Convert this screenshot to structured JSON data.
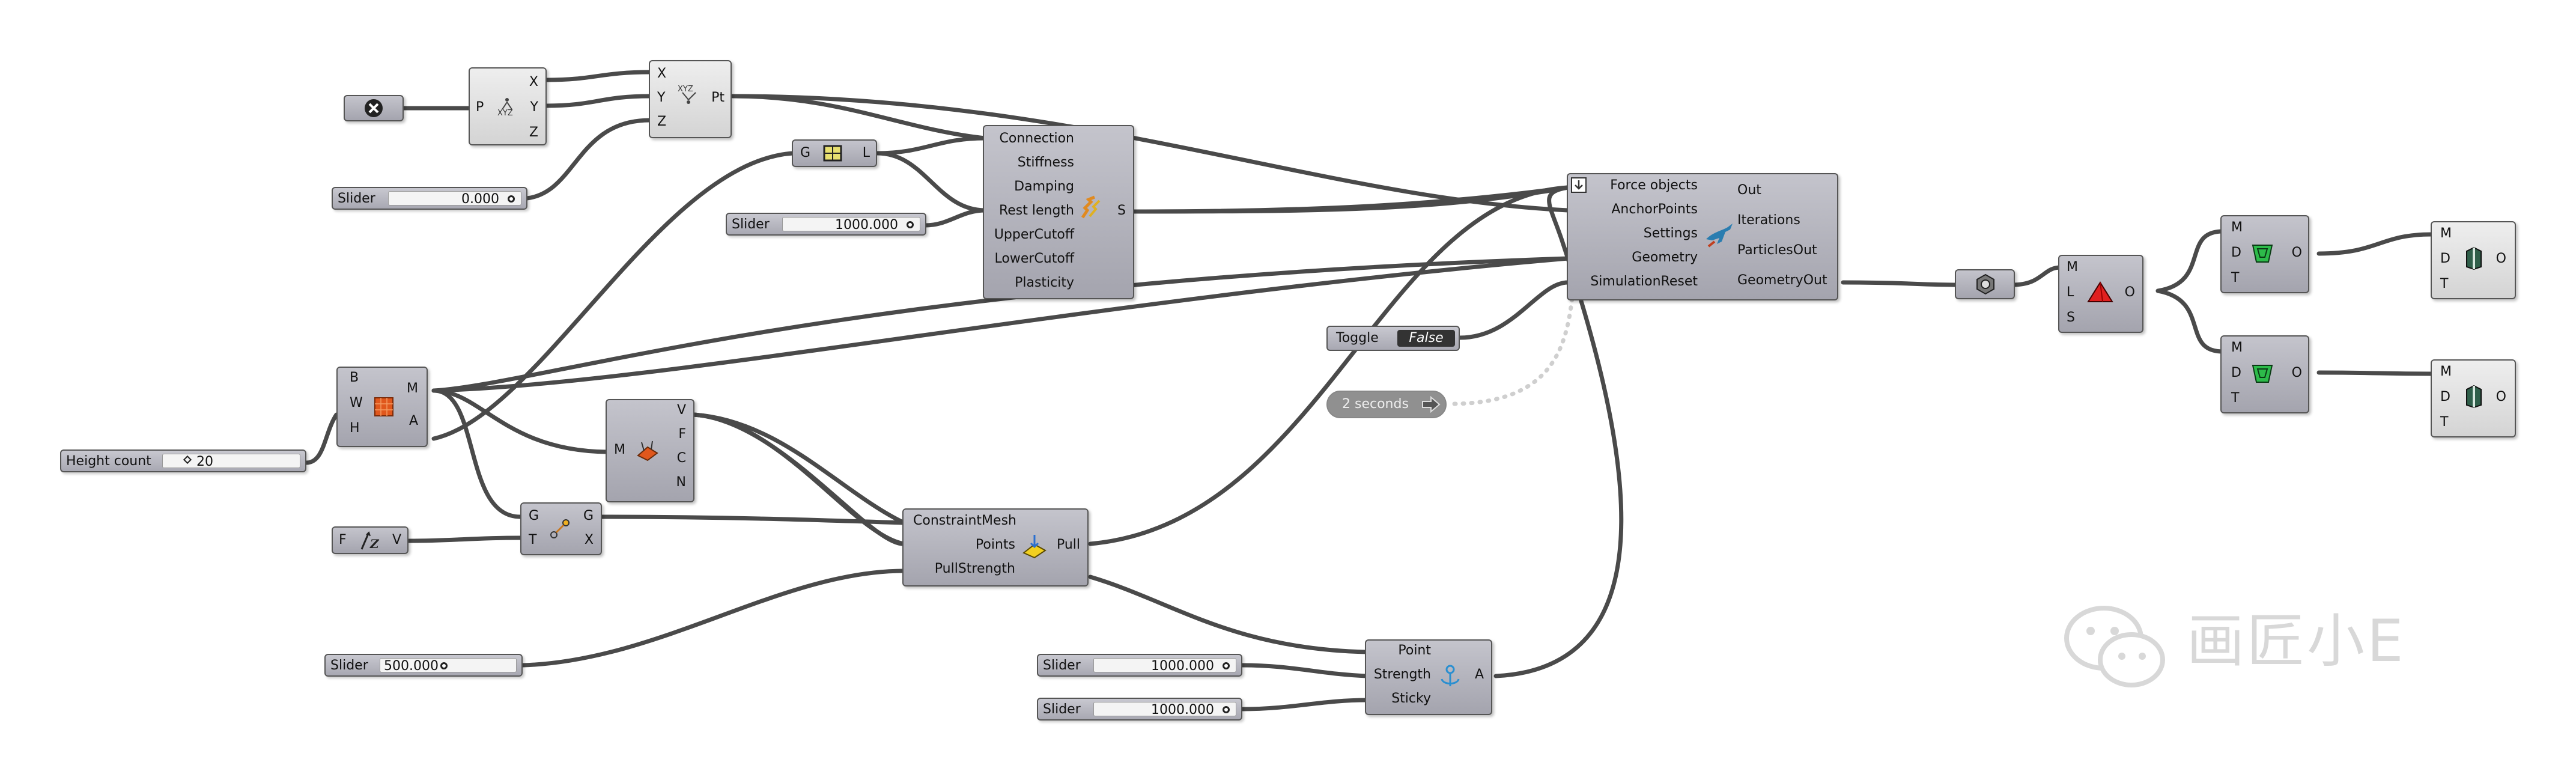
{
  "components": {
    "panel_x": {
      "icon": "close-x-icon"
    },
    "deconstruct": {
      "in_p": "P",
      "out_x": "X",
      "out_y": "Y",
      "out_z": "Z",
      "icon": "deconstruct-point-icon"
    },
    "construct": {
      "in_x": "X",
      "in_y": "Y",
      "in_z": "Z",
      "out_pt": "Pt",
      "icon": "construct-point-icon"
    },
    "edges": {
      "in_g": "G",
      "out_l": "L",
      "icon": "mesh-edges-icon"
    },
    "length_goal": {
      "inputs": [
        "Connection",
        "Stiffness",
        "Damping",
        "Rest length",
        "UpperCutoff",
        "LowerCutoff",
        "Plasticity"
      ],
      "output": "S",
      "icon": "spring-length-icon"
    },
    "kangaroo": {
      "inputs": [
        "Force objects",
        "AnchorPoints",
        "Settings",
        "Geometry",
        "SimulationReset"
      ],
      "outputs": [
        "Out",
        "Iterations",
        "ParticlesOut",
        "GeometryOut"
      ],
      "icon": "kangaroo-icon",
      "menu_icon": "arrow-down-icon"
    },
    "mesh_plane": {
      "in_b": "B",
      "in_w": "W",
      "in_h": "H",
      "out_m": "M",
      "out_a": "A",
      "icon": "mesh-plane-icon"
    },
    "deconstruct_mesh": {
      "in_m": "M",
      "out_v": "V",
      "out_f": "F",
      "out_c": "C",
      "out_n": "N",
      "icon": "deconstruct-mesh-icon"
    },
    "geo_transform": {
      "in_g": "G",
      "in_t": "T",
      "out_g": "G",
      "out_x": "X",
      "icon": "transform-icon"
    },
    "unit_z": {
      "in_f": "F",
      "out_v": "V",
      "icon": "unit-z-icon"
    },
    "pull": {
      "inputs": [
        "ConstraintMesh",
        "Points",
        "PullStrength"
      ],
      "output": "Pull",
      "icon": "pull-to-mesh-icon"
    },
    "anchor": {
      "inputs": [
        "Point",
        "Strength",
        "Sticky"
      ],
      "output": "A",
      "icon": "anchor-icon"
    },
    "hex": {
      "icon": "hexagon-param-icon"
    },
    "loft": {
      "in_m": "M",
      "in_l": "L",
      "in_s": "S",
      "out_o": "O",
      "icon": "red-pyramid-icon"
    },
    "mesh_a": {
      "in_m": "M",
      "in_d": "D",
      "in_t": "T",
      "out_o": "O",
      "icon": "green-mesh-icon"
    },
    "mesh_b": {
      "in_m": "M",
      "in_d": "D",
      "in_t": "T",
      "out_o": "O",
      "icon": "green-mesh-icon"
    },
    "render_a": {
      "in_m": "M",
      "in_d": "D",
      "in_t": "T",
      "out_o": "O",
      "icon": "custom-preview-icon"
    },
    "render_b": {
      "in_m": "M",
      "in_d": "D",
      "in_t": "T",
      "out_o": "O",
      "icon": "custom-preview-icon"
    }
  },
  "sliders": {
    "s1": {
      "name": "Slider",
      "value": "0.000"
    },
    "s2": {
      "name": "Slider",
      "value": "1000.000"
    },
    "s3": {
      "name": "Height count",
      "value": "20"
    },
    "s4": {
      "name": "Slider",
      "value": "500.000"
    },
    "s5": {
      "name": "Slider",
      "value": "1000.000"
    },
    "s6": {
      "name": "Slider",
      "value": "1000.000"
    }
  },
  "toggle": {
    "name": "Toggle",
    "value": "False"
  },
  "timer": {
    "label": "2 seconds",
    "icon": "timer-arrow-icon"
  },
  "watermark": {
    "text": "画匠小E",
    "icon": "wechat-icon"
  },
  "colors": {
    "wire": "#4a4a4a",
    "component": "#b4b4bc",
    "timer_link": "#cfcfcf"
  }
}
